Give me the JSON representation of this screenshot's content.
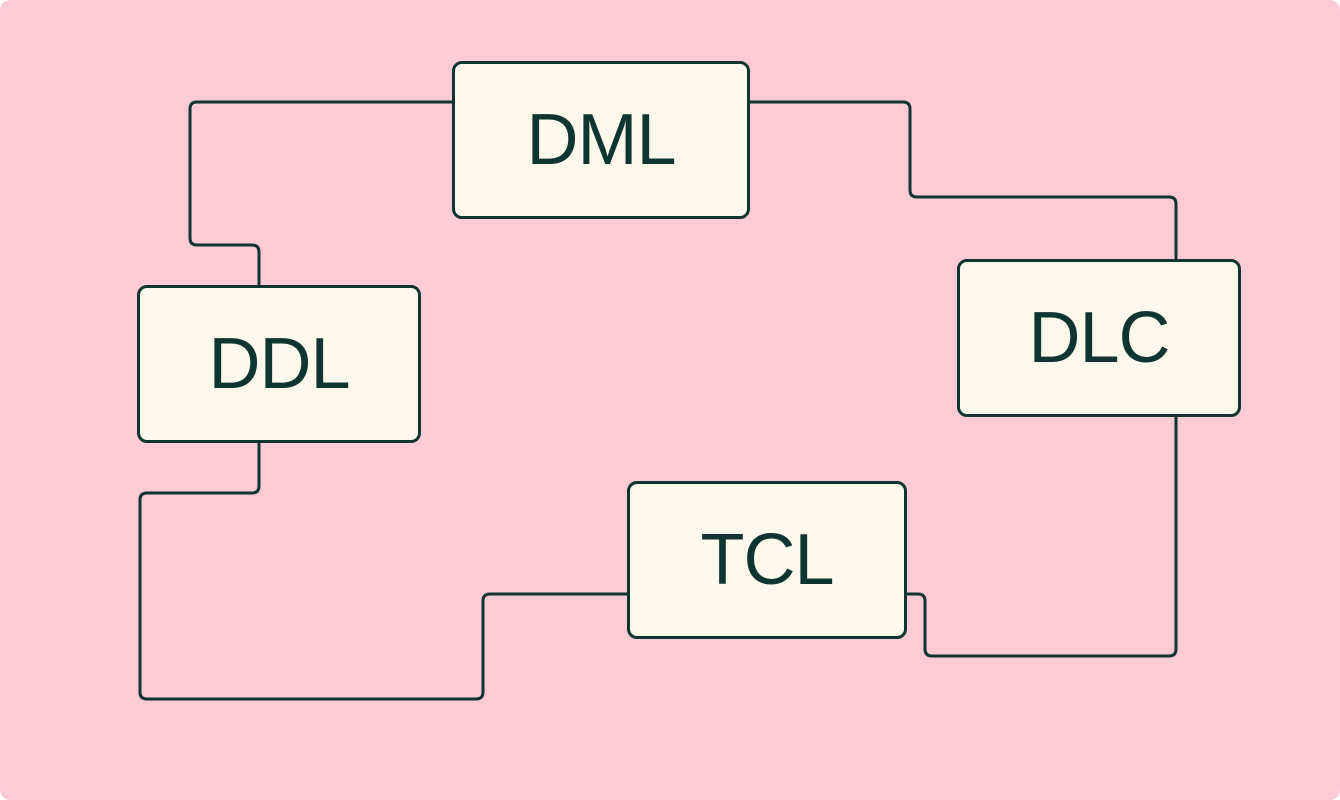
{
  "diagram": {
    "nodes": [
      {
        "id": "dml",
        "label": "DML"
      },
      {
        "id": "ddl",
        "label": "DDL"
      },
      {
        "id": "dlc",
        "label": "DLC"
      },
      {
        "id": "tcl",
        "label": "TCL"
      }
    ],
    "edges": [
      {
        "from": "dml",
        "to": "ddl"
      },
      {
        "from": "dml",
        "to": "dlc"
      },
      {
        "from": "ddl",
        "to": "tcl"
      },
      {
        "from": "dlc",
        "to": "tcl"
      }
    ]
  },
  "colors": {
    "background": "#fdcad6",
    "node_fill": "#fdf8ec",
    "stroke": "#0f3530",
    "text": "#0f3530"
  }
}
